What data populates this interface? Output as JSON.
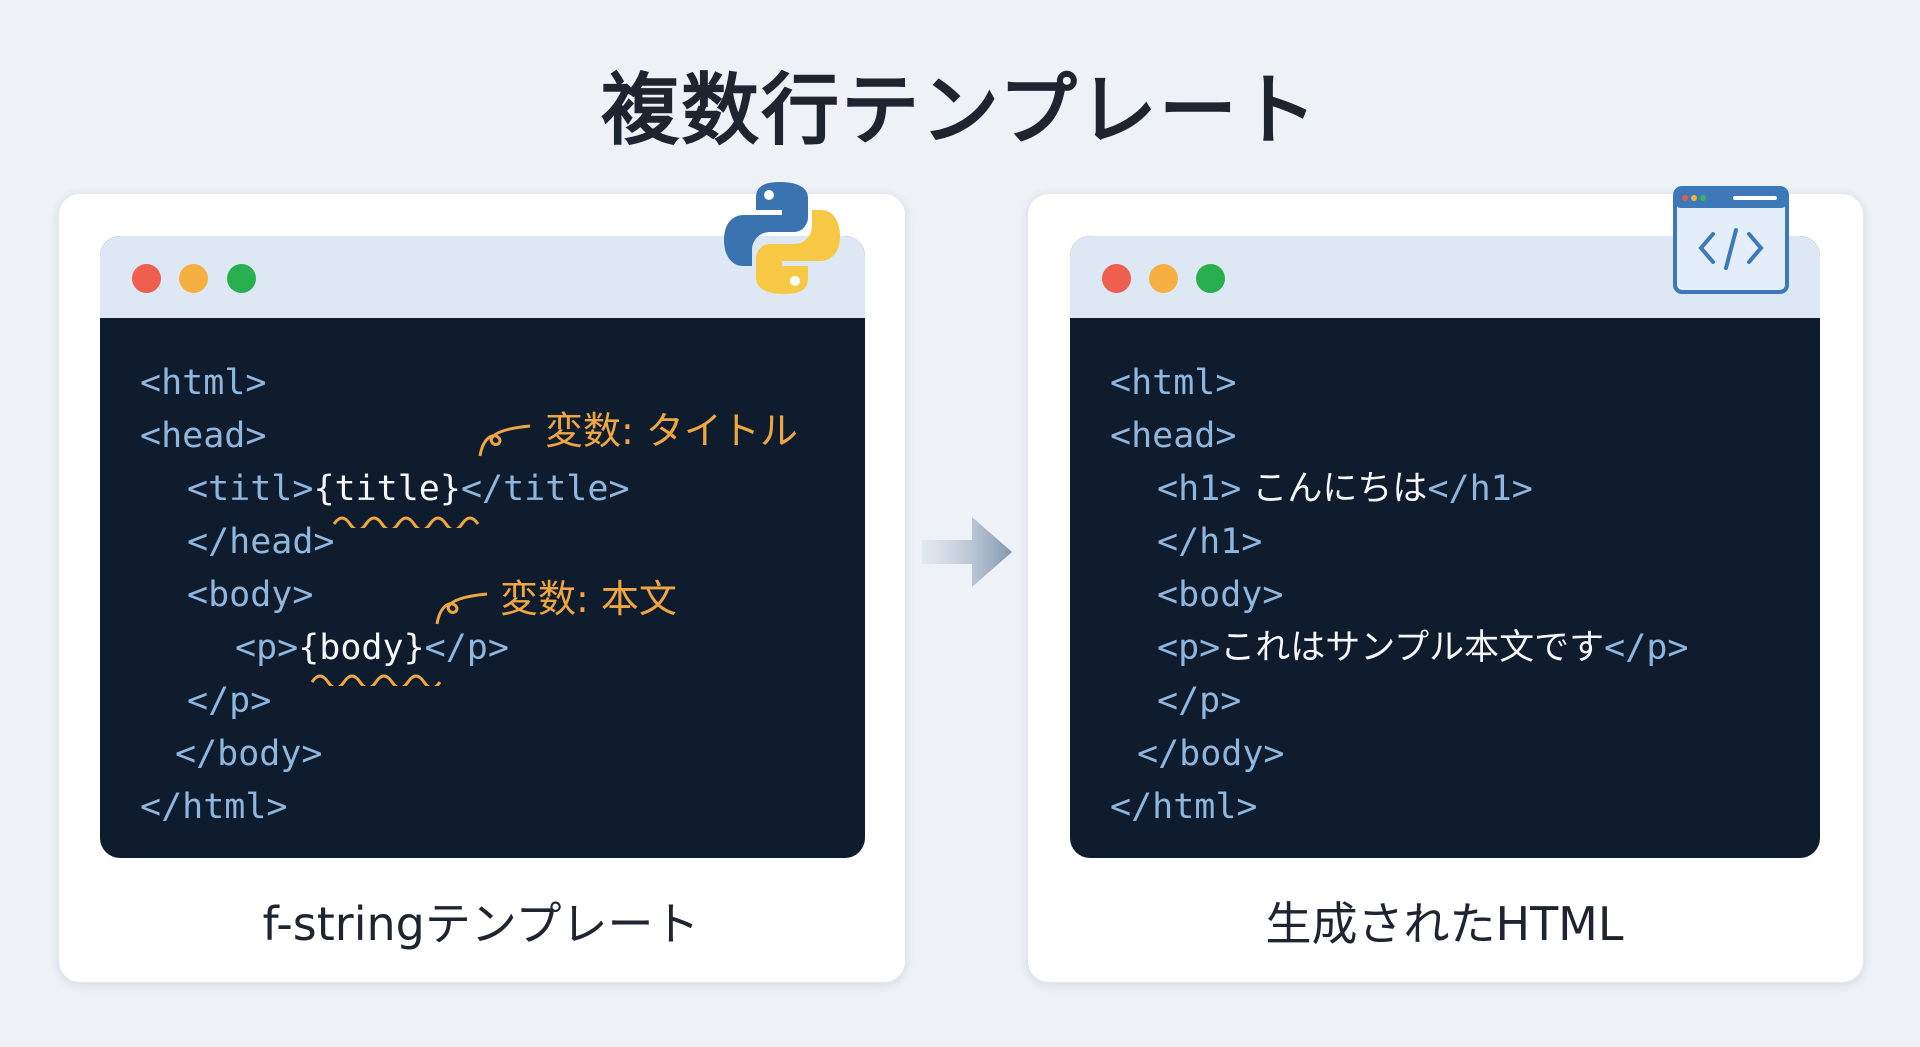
{
  "title": "複数行テンプレート",
  "left": {
    "label": "f-stringテンプレート",
    "icon": "python-logo-icon",
    "lines": [
      {
        "tag1": "<html>"
      },
      {
        "tag1": "<head>"
      },
      {
        "tag1": "<titl>",
        "var": "{title}",
        "tag2": "</title>"
      },
      {
        "tag1": "</head>"
      },
      {
        "tag1": "<body>"
      },
      {
        "tag1": "<p>",
        "var": "{body}",
        "tag2": "</p>"
      },
      {
        "tag1": "</p>"
      },
      {
        "tag1": "</body>"
      },
      {
        "tag1": "</html>"
      }
    ],
    "annotations": [
      "変数: タイトル",
      "変数: 本文"
    ]
  },
  "right": {
    "label": "生成されたHTML",
    "icon": "html-code-window-icon",
    "lines": [
      {
        "tag1": "<html>"
      },
      {
        "tag1": "<head>"
      },
      {
        "tag1": "<h1>",
        "text": " こんにちは",
        "tag2": "</h1>"
      },
      {
        "tag1": "</h1>"
      },
      {
        "tag1": "<body>"
      },
      {
        "tag1": "<p>",
        "text": "これはサンプル本文です",
        "tag2": "</p>"
      },
      {
        "tag1": "</p>"
      },
      {
        "tag1": "</body>"
      },
      {
        "tag1": "</html>"
      }
    ]
  },
  "colors": {
    "accent": "#f0a640",
    "code_bg": "#0f1c2e",
    "tag": "#8fb6dc",
    "red": "#ee5f4f",
    "yellow": "#f5b041",
    "green": "#27b04d"
  }
}
